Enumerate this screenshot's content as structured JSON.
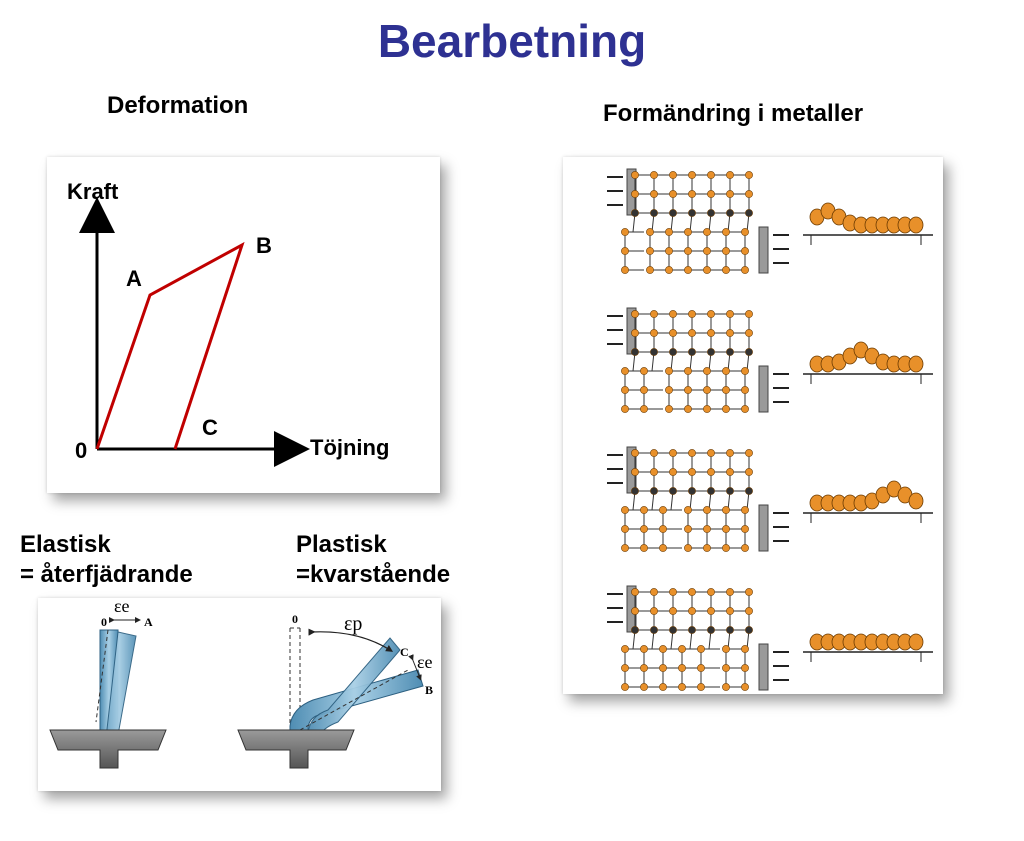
{
  "page": {
    "title": "Bearbetning"
  },
  "deformation": {
    "heading": "Deformation",
    "axis_y": "Kraft",
    "axis_x": "Töjning",
    "origin": "0",
    "point_a": "A",
    "point_b": "B",
    "point_c": "C",
    "line_color": "#c00000"
  },
  "elastic": {
    "title": "Elastisk",
    "subtitle": "= återfjädrande",
    "label_0": "0",
    "label_a": "A",
    "label_eps": "εe"
  },
  "plastic": {
    "title": "Plastisk",
    "subtitle": "=kvarstående",
    "label_0": "0",
    "label_c": "C",
    "label_b": "B",
    "label_eps_p": "εp",
    "label_eps_e": "εe"
  },
  "metals": {
    "heading": "Formändring i metaller"
  },
  "colors": {
    "title": "#2e3192",
    "atom": "#e8902a",
    "worm": "#e8902a",
    "bar": "#6fa8c8"
  }
}
